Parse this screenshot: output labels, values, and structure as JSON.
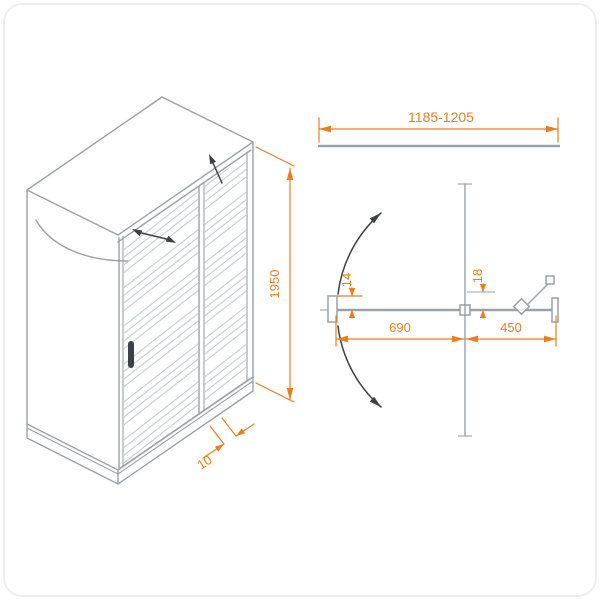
{
  "colors": {
    "line": "#9aa1a7",
    "dimension": "#ee7d20",
    "accent_dark": "#3c4147",
    "hatch": "#c6cbd0"
  },
  "dims": {
    "overall_width": "1185-1205",
    "height": "1950",
    "tray_lip": "10",
    "door_width": "690",
    "fixed_width": "450",
    "left_offset": "14",
    "right_offset": "18"
  }
}
